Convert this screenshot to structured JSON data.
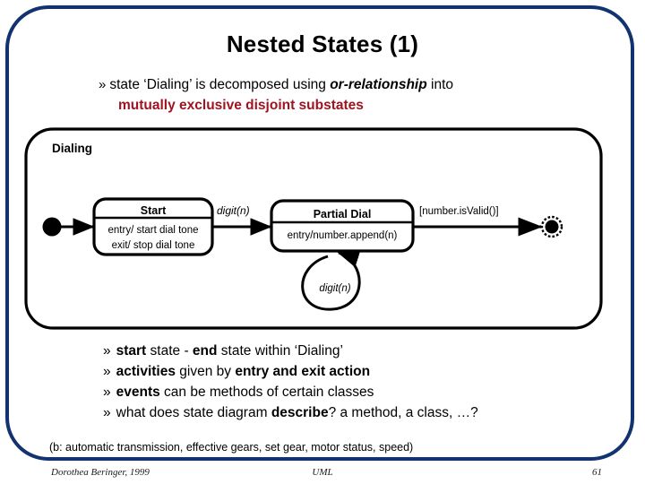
{
  "slide": {
    "title": "Nested States (1)",
    "border_color": "#123370",
    "accent_red": "#9E1420"
  },
  "intro": {
    "bullet_mark": "»",
    "line1_pre": "state ‘Dialing’ is decomposed using ",
    "line1_emph": "or-relationship",
    "line1_post": " into",
    "line2": "mutually exclusive disjoint substates"
  },
  "diagram": {
    "composite_state_label": "Dialing",
    "states": [
      {
        "name": "Start",
        "activities": [
          "entry/ start dial tone",
          "exit/ stop dial tone"
        ]
      },
      {
        "name": "Partial Dial",
        "activities": [
          "entry/number.append(n)"
        ]
      }
    ],
    "transitions": [
      {
        "label": "digit(n)",
        "from": "Start",
        "to": "Partial Dial"
      },
      {
        "label": "digit(n)",
        "from": "Partial Dial",
        "to": "Partial Dial"
      },
      {
        "label": "[number.isValid()]",
        "from": "Partial Dial",
        "to": "final"
      }
    ],
    "initial_state": "initial-state-marker",
    "final_state": "final-state-marker"
  },
  "bullets": {
    "mark": "»",
    "items": [
      {
        "parts": [
          {
            "t": "start",
            "b": true
          },
          {
            "t": " state   -   ",
            "b": false
          },
          {
            "t": "end",
            "b": true
          },
          {
            "t": " state within ‘Dialing’",
            "b": false
          }
        ]
      },
      {
        "parts": [
          {
            "t": "activities",
            "b": true
          },
          {
            "t": " given by ",
            "b": false
          },
          {
            "t": "entry and exit action",
            "b": true
          }
        ]
      },
      {
        "parts": [
          {
            "t": "events",
            "b": true
          },
          {
            "t": " can be methods of certain classes",
            "b": false
          }
        ]
      },
      {
        "parts": [
          {
            "t": "what does state diagram ",
            "b": false
          },
          {
            "t": "describe",
            "b": true
          },
          {
            "t": "? a method, a class, …?",
            "b": false
          }
        ]
      }
    ]
  },
  "note": "(b: automatic transmission, effective gears, set gear, motor status, speed)",
  "footer": {
    "author": "Dorothea Beringer, 1999",
    "center": "UML",
    "page": "61"
  }
}
